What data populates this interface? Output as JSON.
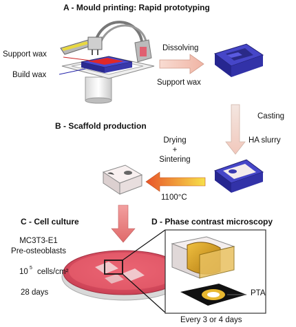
{
  "sections": {
    "a_title": "A - Mould printing: Rapid prototyping",
    "b_title": "B - Scaffold production",
    "c_title": "C - Cell culture",
    "d_title": "D - Phase contrast microscopy"
  },
  "labels": {
    "support_wax": "Support wax",
    "build_wax": "Build wax",
    "dissolving": "Dissolving",
    "support_wax_2": "Support wax",
    "casting": "Casting",
    "ha_slurry": "HA slurry",
    "drying": "Drying",
    "plus": "+",
    "sintering": "Sintering",
    "temp": "1100°C",
    "cell_line": "MC3T3-E1",
    "cell_type": "Pre-osteoblasts",
    "density_base": "10",
    "density_exp": "5",
    "density_unit": "cells/cm²",
    "duration": "28 days",
    "pta": "PTA",
    "frequency": "Every 3 or 4 days"
  },
  "colors": {
    "mould_blue": "#3333aa",
    "support_red": "#e03030",
    "scaffold": "#f0e6e6",
    "dish_red": "#e0506a",
    "gold": "#e0a020",
    "arrow_pink": "#f4c0b0"
  }
}
